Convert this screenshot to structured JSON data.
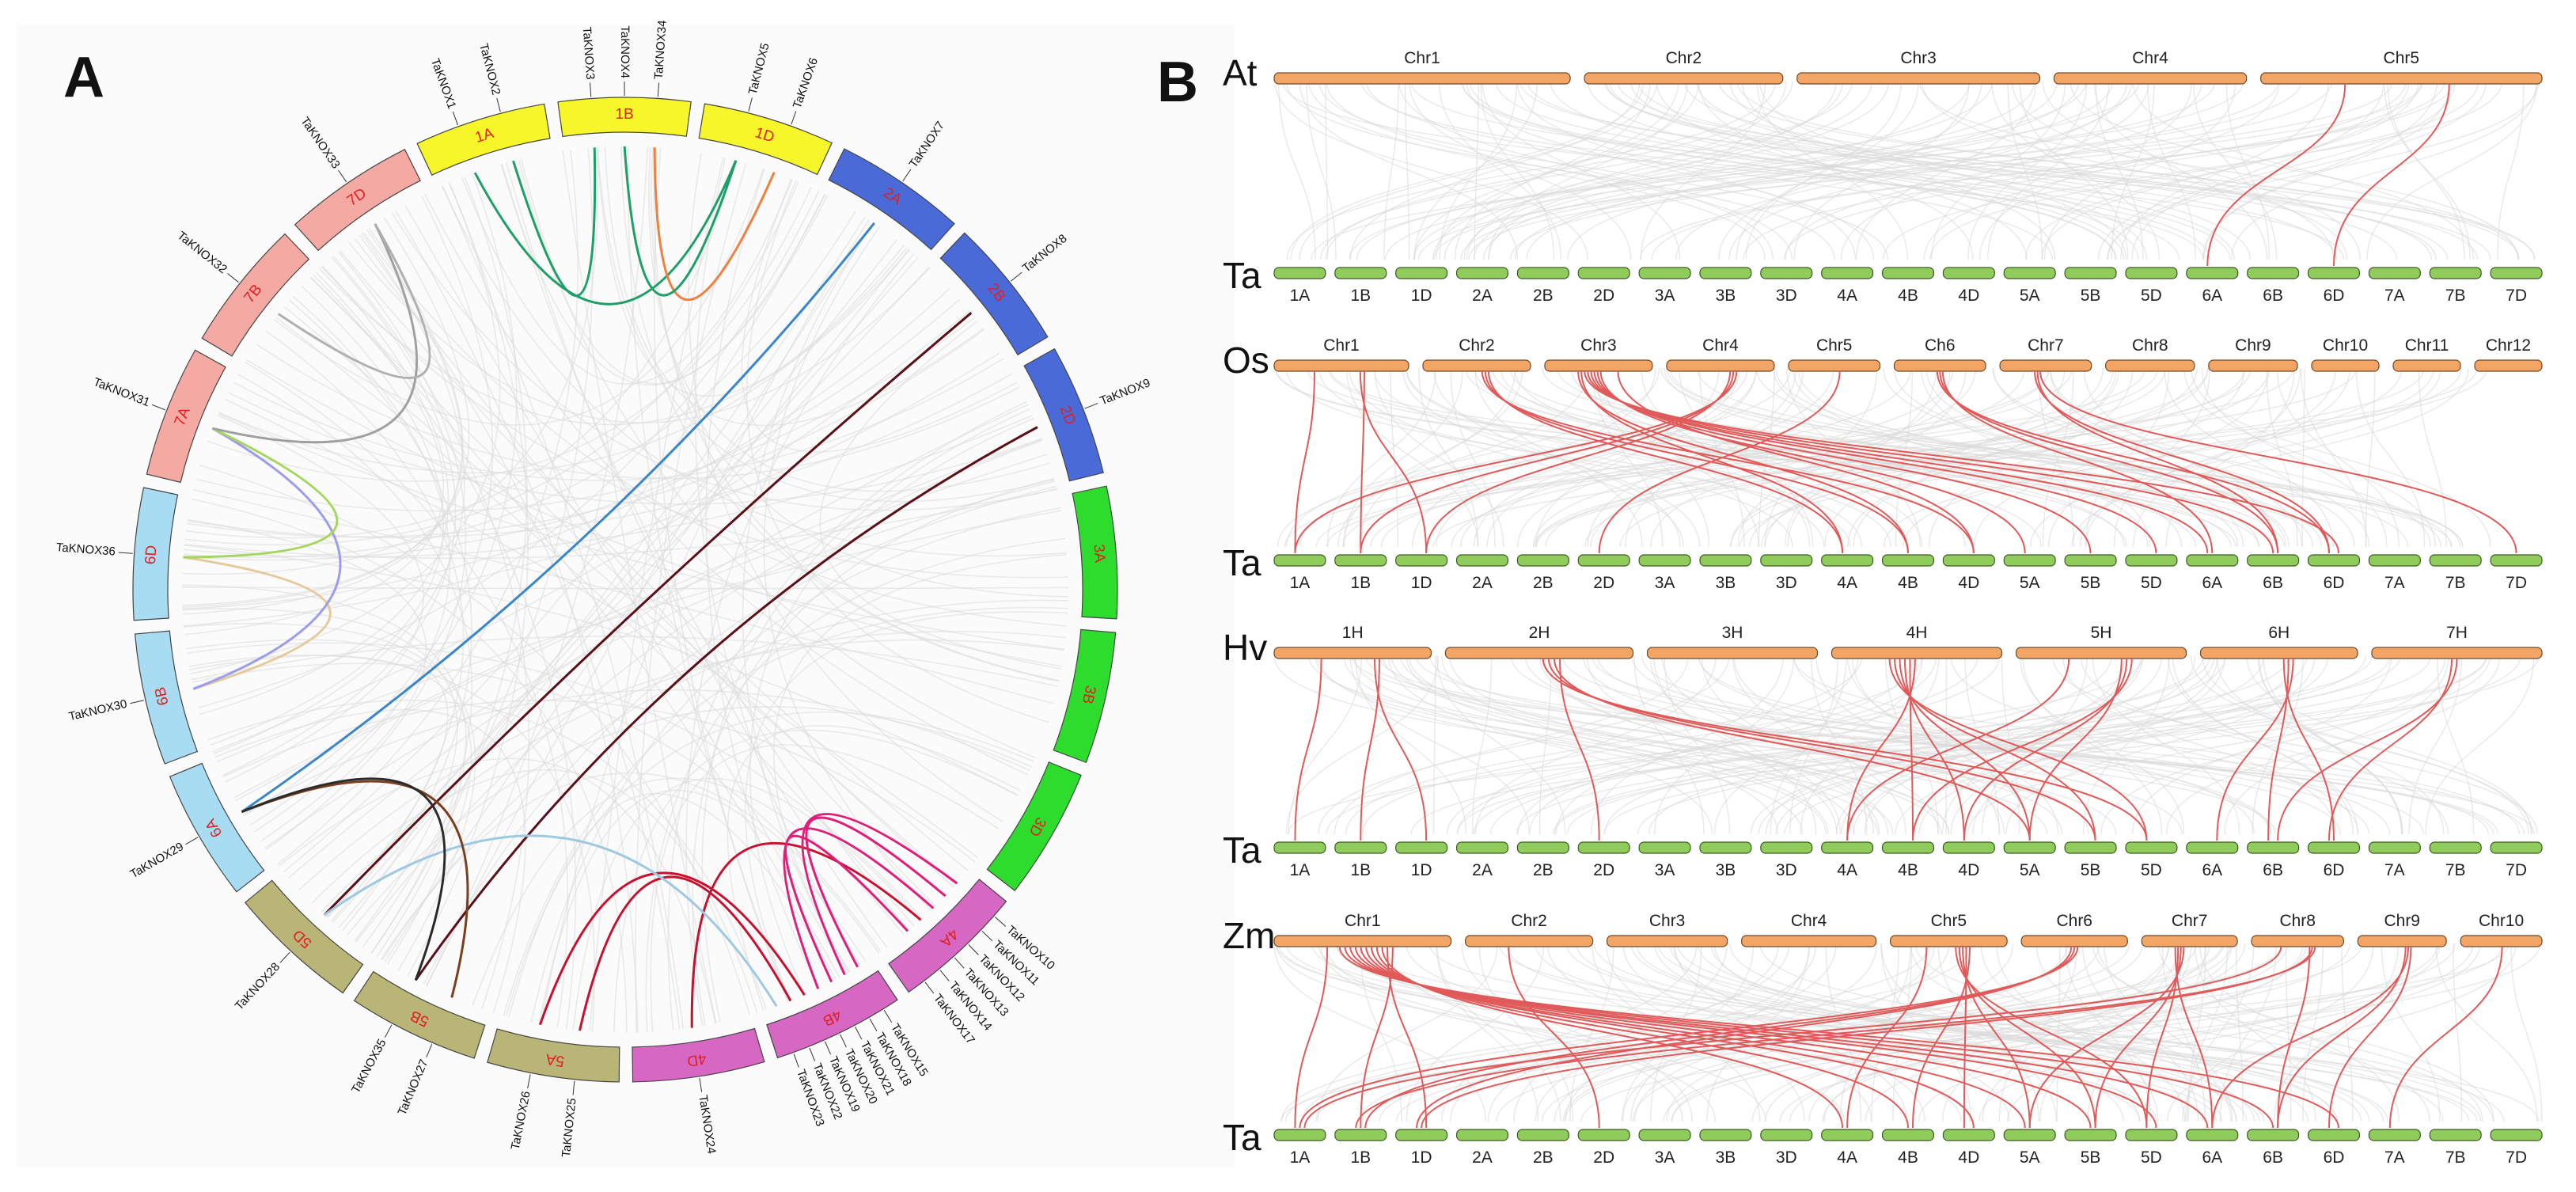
{
  "panelA": {
    "label": "A",
    "segments": [
      {
        "name": "1A",
        "color": "#f6f62a"
      },
      {
        "name": "1B",
        "color": "#f6f62a"
      },
      {
        "name": "1D",
        "color": "#f6f62a"
      },
      {
        "name": "2A",
        "color": "#4a6ad8"
      },
      {
        "name": "2B",
        "color": "#4a6ad8"
      },
      {
        "name": "2D",
        "color": "#4a6ad8"
      },
      {
        "name": "3A",
        "color": "#2edc2e"
      },
      {
        "name": "3B",
        "color": "#2edc2e"
      },
      {
        "name": "3D",
        "color": "#2edc2e"
      },
      {
        "name": "4A",
        "color": "#d667c2"
      },
      {
        "name": "4B",
        "color": "#d667c2"
      },
      {
        "name": "4D",
        "color": "#d667c2"
      },
      {
        "name": "5A",
        "color": "#b8b576"
      },
      {
        "name": "5B",
        "color": "#b8b576"
      },
      {
        "name": "5D",
        "color": "#b8b576"
      },
      {
        "name": "6A",
        "color": "#a8dcf2"
      },
      {
        "name": "6B",
        "color": "#a8dcf2"
      },
      {
        "name": "6D",
        "color": "#a8dcf2"
      },
      {
        "name": "7A",
        "color": "#f4a9a2"
      },
      {
        "name": "7B",
        "color": "#f4a9a2"
      },
      {
        "name": "7D",
        "color": "#f4a9a2"
      }
    ],
    "genes": [
      {
        "name": "TaKNOX1",
        "seg": 0
      },
      {
        "name": "TaKNOX2",
        "seg": 0
      },
      {
        "name": "TaKNOX3",
        "seg": 1
      },
      {
        "name": "TaKNOX4",
        "seg": 1
      },
      {
        "name": "TaKNOX34",
        "seg": 1
      },
      {
        "name": "TaKNOX5",
        "seg": 2
      },
      {
        "name": "TaKNOX6",
        "seg": 2
      },
      {
        "name": "TaKNOX7",
        "seg": 3
      },
      {
        "name": "TaKNOX8",
        "seg": 4
      },
      {
        "name": "TaKNOX9",
        "seg": 5
      },
      {
        "name": "TaKNOX10",
        "seg": 9
      },
      {
        "name": "TaKNOX11",
        "seg": 9
      },
      {
        "name": "TaKNOX12",
        "seg": 9
      },
      {
        "name": "TaKNOX13",
        "seg": 9
      },
      {
        "name": "TaKNOX14",
        "seg": 9
      },
      {
        "name": "TaKNOX17",
        "seg": 9
      },
      {
        "name": "TaKNOX15",
        "seg": 10
      },
      {
        "name": "TaKNOX18",
        "seg": 10
      },
      {
        "name": "TaKNOX21",
        "seg": 10
      },
      {
        "name": "TaKNOX20",
        "seg": 10
      },
      {
        "name": "TaKNOX19",
        "seg": 10
      },
      {
        "name": "TaKNOX22",
        "seg": 10
      },
      {
        "name": "TaKNOX23",
        "seg": 10
      },
      {
        "name": "TaKNOX24",
        "seg": 11
      },
      {
        "name": "TaKNOX25",
        "seg": 12
      },
      {
        "name": "TaKNOX26",
        "seg": 12
      },
      {
        "name": "TaKNOX27",
        "seg": 13
      },
      {
        "name": "TaKNOX35",
        "seg": 13
      },
      {
        "name": "TaKNOX28",
        "seg": 14
      },
      {
        "name": "TaKNOX29",
        "seg": 15
      },
      {
        "name": "TaKNOX30",
        "seg": 16
      },
      {
        "name": "TaKNOX36",
        "seg": 17
      },
      {
        "name": "TaKNOX31",
        "seg": 18
      },
      {
        "name": "TaKNOX32",
        "seg": 19
      },
      {
        "name": "TaKNOX33",
        "seg": 20
      }
    ]
  },
  "panelB": {
    "label": "B",
    "ta_label": "Ta",
    "ta_chromosomes": [
      "1A",
      "1B",
      "1D",
      "2A",
      "2B",
      "2D",
      "3A",
      "3B",
      "3D",
      "4A",
      "4B",
      "4D",
      "5A",
      "5B",
      "5D",
      "6A",
      "6B",
      "6D",
      "7A",
      "7B",
      "7D"
    ],
    "blocks": [
      {
        "species": "At",
        "chromosomes": [
          "Chr1",
          "Chr2",
          "Chr3",
          "Chr4",
          "Chr5"
        ]
      },
      {
        "species": "Os",
        "chromosomes": [
          "Chr1",
          "Chr2",
          "Chr3",
          "Chr4",
          "Chr5",
          "Ch6",
          "Chr7",
          "Chr8",
          "Chr9",
          "Chr10",
          "Chr11",
          "Chr12"
        ]
      },
      {
        "species": "Hv",
        "chromosomes": [
          "1H",
          "2H",
          "3H",
          "4H",
          "5H",
          "6H",
          "7H"
        ]
      },
      {
        "species": "Zm",
        "chromosomes": [
          "Chr1",
          "Chr2",
          "Chr3",
          "Chr4",
          "Chr5",
          "Chr6",
          "Chr7",
          "Chr8",
          "Chr9",
          "Chr10"
        ]
      }
    ]
  },
  "colors": {
    "ref_bar": "#f2a565",
    "ta_bar": "#8fcc5c",
    "syntenic_link": "#e05a5a",
    "background_link": "#dadada"
  }
}
